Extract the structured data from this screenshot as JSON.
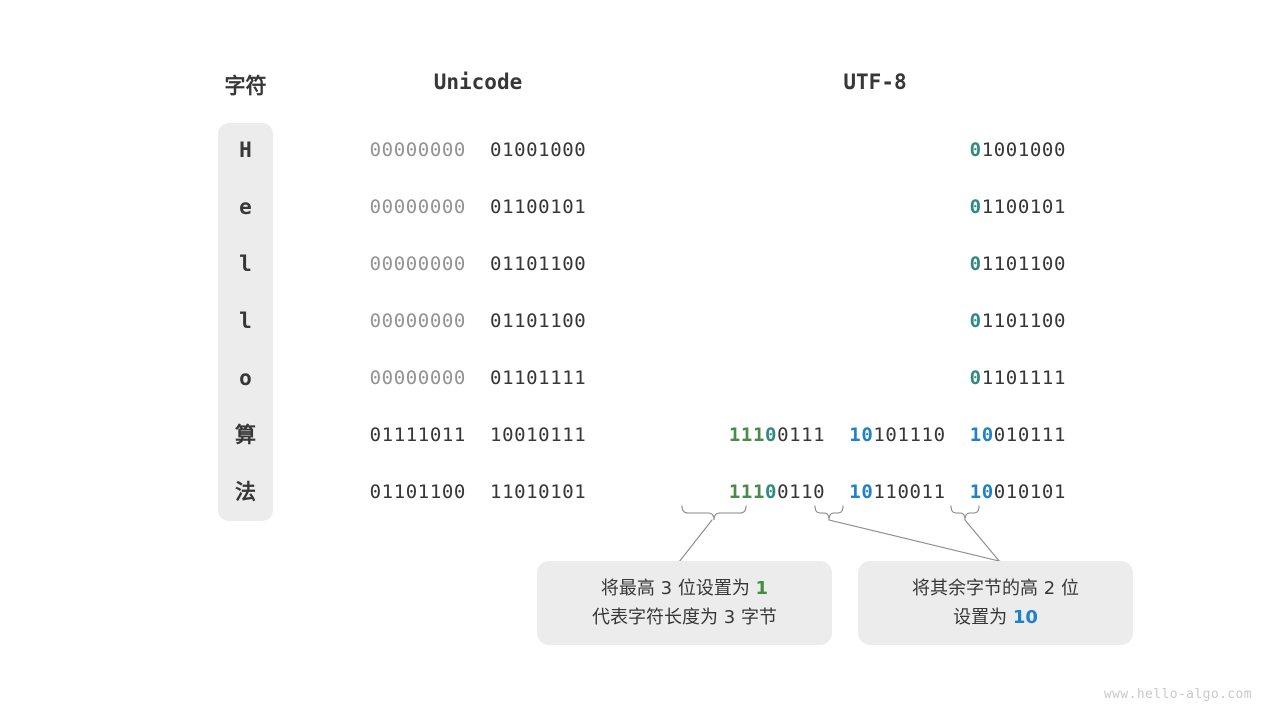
{
  "headers": {
    "char": "字符",
    "unicode": "Unicode",
    "utf8": "UTF-8"
  },
  "rows": [
    {
      "char": "H",
      "unicode_hi": "00000000",
      "unicode_lo": "01001000",
      "utf8_parts": [
        {
          "prefix": "0",
          "prefix_color": "teal",
          "rest": "1001000"
        }
      ]
    },
    {
      "char": "e",
      "unicode_hi": "00000000",
      "unicode_lo": "01100101",
      "utf8_parts": [
        {
          "prefix": "0",
          "prefix_color": "teal",
          "rest": "1100101"
        }
      ]
    },
    {
      "char": "l",
      "unicode_hi": "00000000",
      "unicode_lo": "01101100",
      "utf8_parts": [
        {
          "prefix": "0",
          "prefix_color": "teal",
          "rest": "1101100"
        }
      ]
    },
    {
      "char": "l",
      "unicode_hi": "00000000",
      "unicode_lo": "01101100",
      "utf8_parts": [
        {
          "prefix": "0",
          "prefix_color": "teal",
          "rest": "1101100"
        }
      ]
    },
    {
      "char": "o",
      "unicode_hi": "00000000",
      "unicode_lo": "01101111",
      "utf8_parts": [
        {
          "prefix": "0",
          "prefix_color": "teal",
          "rest": "1101111"
        }
      ]
    },
    {
      "char": "算",
      "unicode_hi": "01111011",
      "unicode_lo": "10010111",
      "utf8_parts": [
        {
          "prefix": "111",
          "prefix_color": "green",
          "prefix2": "0",
          "prefix2_color": "teal",
          "rest": "0111"
        },
        {
          "prefix": "10",
          "prefix_color": "blue",
          "rest": "101110"
        },
        {
          "prefix": "10",
          "prefix_color": "blue",
          "rest": "010111"
        }
      ]
    },
    {
      "char": "法",
      "unicode_hi": "01101100",
      "unicode_lo": "11010101",
      "utf8_parts": [
        {
          "prefix": "111",
          "prefix_color": "green",
          "prefix2": "0",
          "prefix2_color": "teal",
          "rest": "0110"
        },
        {
          "prefix": "10",
          "prefix_color": "blue",
          "rest": "110011"
        },
        {
          "prefix": "10",
          "prefix_color": "blue",
          "rest": "010101"
        }
      ]
    }
  ],
  "callouts": [
    {
      "line1_a": "将最高 3 位设置为 ",
      "line1_hi": "1",
      "line1_hi_color": "green",
      "line2_a": "代表字符长度为 3 字节",
      "line2_hi": "",
      "line2_hi_color": ""
    },
    {
      "line1_a": "将其余字节的高 2 位",
      "line1_hi": "",
      "line1_hi_color": "",
      "line2_a": "设置为 ",
      "line2_hi": "10",
      "line2_hi_color": "blue"
    }
  ],
  "colors": {
    "teal": "#2e8b7e",
    "green": "#4a8b4a",
    "blue": "#1f82c8",
    "dim": "#939393",
    "dark": "#373737",
    "panel": "#ececec",
    "watermark": "#c9c9c9"
  },
  "watermark": "www.hello-algo.com"
}
